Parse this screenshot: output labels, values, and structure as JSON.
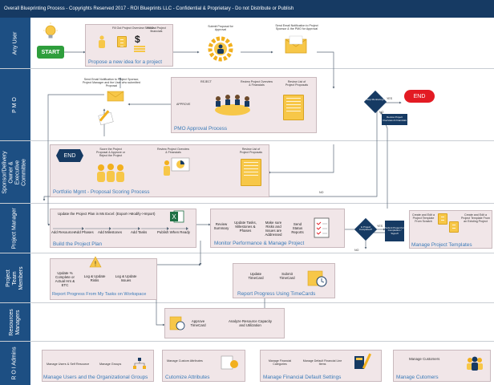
{
  "header": {
    "title": "Overall Blueprinting Process - Copyrights Reserved 2017 - ROI Blueprints LLC - Confidential & Proprietary - Do not Distribute or Publish"
  },
  "lanes": {
    "user": "Any  User",
    "pmo": "P M O",
    "sponsor": "Sponsor/Delivery Owner & Executive Committee",
    "pm": "Project Manager",
    "team": "Project Team Members",
    "resource": "Resources Managers",
    "admin": "R O I Admins"
  },
  "user": {
    "start": "START",
    "fill_proposal": "Fill Out Project Overview Section",
    "fill_financials": "Fill Out Project financials",
    "title": "Propose a new idea for a project",
    "submit": "Submit Proposal for Approval",
    "email_notify": "Send Email Notification to Project Sponsor & the PMO for Approval"
  },
  "pmo": {
    "send_email": "Send Email Notification to Project Sponsor, Project Manager and the User who submitted Proposal",
    "reject": "REJECT",
    "approve": "APPROVE",
    "review": "Review Project Overview & Financials",
    "review_list": "Review List of Project Proposals",
    "title": "PMO Approval Process",
    "end": "END",
    "decision": "Stop Monitoring?",
    "yes": "YES",
    "no": "NO",
    "review_overview": "Review Project Overview & Financials"
  },
  "sponsor": {
    "end": "END",
    "score": "Score the Project Proposal & Approve or Reject the Project",
    "review": "Review Project Overview & Financials",
    "review_list": "Review List of Project Proposals",
    "title": "Portfolio Mgmt - Proposal Scoring Process",
    "no": "NO"
  },
  "pm": {
    "update_plan": "Update the Project Plan in Ms Excel: (Export->Modify->Import)",
    "add_resources": "Add Resources",
    "add_phases": "Add Phases",
    "add_milestones": "Add Milestones",
    "add_tasks": "Add Tasks",
    "publish": "Publish When Ready",
    "build_title": "Build the Project Plan",
    "review_summary": "Review Summary",
    "update_tasks": "Update Tasks, Milestones & Phases",
    "make_sure": "Make sure Risks and Issues are Addressed",
    "send_status": "Send Status Reports",
    "monitor_title": "Monitor Performance & Manage Project",
    "decision": "Is Project Completed?",
    "yes": "YES",
    "no": "NO",
    "submit_closeout": "Submit Project for Completion / Signoff",
    "create_template": "Create and Edit a Project Template From Scratch",
    "create_existing": "Create and Edit a Project Template From an Existing Project",
    "templates_title": "Manage Project Templates"
  },
  "team": {
    "update_pct": "Update % Complete or Actual Hrs & ETC",
    "log_risks": "Log & Update Risks",
    "log_issues": "Log & Update Issues",
    "progress_title": "Report Progress From My Tasks on Workspace",
    "update_timecard": "Update TimeCard",
    "submit_timecard": "Submit TimeCard",
    "timecard_title": "Report Progress Using TimeCards"
  },
  "resource": {
    "approve_timecard": "Approve TimeCard",
    "analyze": "Analyze Resource Capacity and Utilization"
  },
  "admin": {
    "manage_users": "Manage Users & Self Resource",
    "manage_groups": "Manage Groups",
    "users_title": "Manage Users and the Organizational Groups",
    "custom_attr": "Manage Custom Attributes",
    "custom_title": "Cutomize Attributes",
    "fin_categories": "Manage Financial Categories",
    "fin_line_items": "Manage Default Financial Line Items",
    "fin_title": "Manage  Financial Default Settings",
    "customers": "Manage Customers",
    "customers_title": "Manage Cutomers"
  },
  "colors": {
    "navy": "#163a63",
    "lane": "#1d4f83",
    "panel": "#f1e6e8",
    "accent": "#3a7ab8",
    "start": "#2e9e3c",
    "end": "#e31b23",
    "gold": "#f7c748"
  }
}
